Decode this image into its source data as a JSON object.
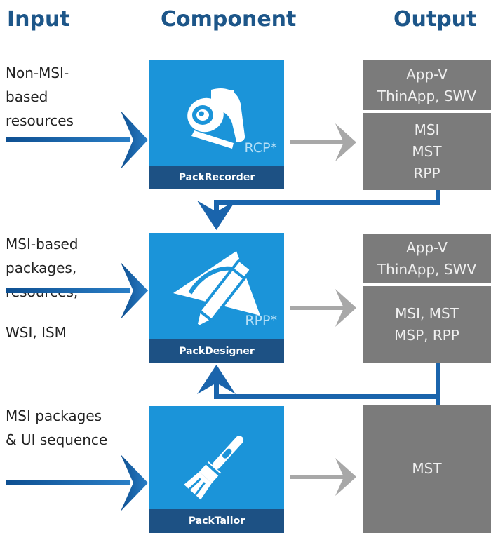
{
  "headers": {
    "input": "Input",
    "component": "Component",
    "output": "Output"
  },
  "inputs": [
    {
      "lines": [
        "Non-MSI-",
        "based",
        "resources"
      ]
    },
    {
      "lines": [
        "MSI-based",
        "packages,",
        "resources,",
        "WSI, ISM"
      ]
    },
    {
      "lines": [
        "MSI packages",
        "& UI sequence"
      ]
    }
  ],
  "components": [
    {
      "name": "PackRecorder",
      "tag": "RCP*",
      "icon": "camera-icon"
    },
    {
      "name": "PackDesigner",
      "tag": "RPP*",
      "icon": "pencil-triangle-icon"
    },
    {
      "name": "PackTailor",
      "tag": "",
      "icon": "brush-icon"
    }
  ],
  "outputs": [
    {
      "top": [
        "App-V",
        "ThinApp, SWV"
      ],
      "bottom": [
        "MSI",
        "MST",
        "RPP"
      ]
    },
    {
      "top": [
        "App-V",
        "ThinApp, SWV"
      ],
      "bottom": [
        "MSI, MST",
        "MSP, RPP"
      ]
    },
    {
      "single": [
        "MST"
      ]
    }
  ],
  "colors": {
    "header": "#1d5689",
    "component": "#1b94d9",
    "component_label_bar": "#1d5184",
    "output_box": "#7b7b7b",
    "input_arrow": "#1d5a99",
    "output_arrow": "#a8a8a8",
    "connector": "#1a64ac"
  }
}
